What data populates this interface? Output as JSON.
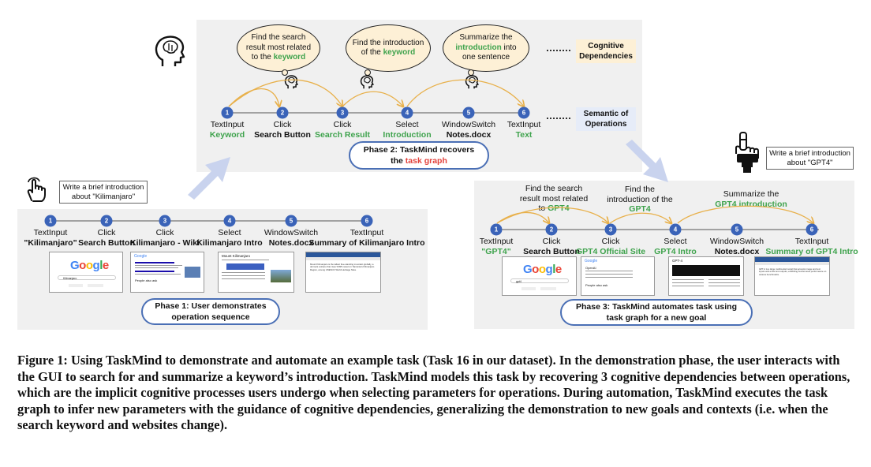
{
  "phase2": {
    "bubbles": [
      {
        "pre": "Find the search result most related to the ",
        "kw": "keyword",
        "post": ""
      },
      {
        "pre": "Find the introduction of the ",
        "kw": "keyword",
        "post": ""
      },
      {
        "pre": "Summarize the ",
        "kw": "introduction",
        "post": " into one sentence"
      }
    ],
    "cognitive_label": "Cognitive Dependencies",
    "semantic_label": "Semantic of Operations",
    "steps": [
      {
        "n": "1",
        "op": "TextInput",
        "param": "Keyword"
      },
      {
        "n": "2",
        "op": "Click",
        "param": "Search Button"
      },
      {
        "n": "3",
        "op": "Click",
        "param": "Search Result"
      },
      {
        "n": "4",
        "op": "Select",
        "param": "Introduction"
      },
      {
        "n": "5",
        "op": "WindowSwitch",
        "param": "Notes.docx"
      },
      {
        "n": "6",
        "op": "TextInput",
        "param": "Text"
      }
    ],
    "phase_line1": "Phase 2: TaskMind recovers",
    "phase_line2_pre": "the ",
    "phase_line2_red": "task graph"
  },
  "phase1": {
    "prompt": "Write a brief introduction about \"Kilimanjaro\"",
    "steps": [
      {
        "n": "1",
        "op": "TextInput",
        "param": "\"Kilimanjaro\""
      },
      {
        "n": "2",
        "op": "Click",
        "param": "Search Button"
      },
      {
        "n": "3",
        "op": "Click",
        "param": "Kilimanjaro - Wiki"
      },
      {
        "n": "4",
        "op": "Select",
        "param": "Kilimanjaro Intro"
      },
      {
        "n": "5",
        "op": "WindowSwitch",
        "param": "Notes.docx"
      },
      {
        "n": "6",
        "op": "TextInput",
        "param": "Summary of  Kilimanjaro Intro"
      }
    ],
    "phase_line1": "Phase 1: User demonstrates",
    "phase_line2": "operation sequence"
  },
  "phase3": {
    "prompt": "Write a brief introduction about \"GPT4\"",
    "annotations": [
      {
        "l1": "Find the search",
        "l2": "result most related",
        "pre": "to ",
        "kw": "GPT4"
      },
      {
        "l1": "Find the",
        "l2": "introduction of the",
        "pre": "",
        "kw": "GPT4"
      },
      {
        "l1": "Summarize the",
        "l2": "",
        "pre": "",
        "kw": "GPT4 introduction"
      }
    ],
    "steps": [
      {
        "n": "1",
        "op": "TextInput",
        "param": "\"GPT4\"",
        "green": true
      },
      {
        "n": "2",
        "op": "Click",
        "param": "Search Button",
        "green": false
      },
      {
        "n": "3",
        "op": "Click",
        "param": "GPT4 Official Site",
        "green": true
      },
      {
        "n": "4",
        "op": "Select",
        "param": "GPT4 Intro",
        "green": true
      },
      {
        "n": "5",
        "op": "WindowSwitch",
        "param": "Notes.docx",
        "green": false
      },
      {
        "n": "6",
        "op": "TextInput",
        "param": "Summary of  GPT4 Intro",
        "green": true
      }
    ],
    "phase_line1": "Phase 3: TaskMind automates task using",
    "phase_line2": "task graph for a new goal"
  },
  "google_logo": "Google",
  "shot_text": {
    "kili_search": "Kilimanjaro",
    "kili_wiki": "Mount Kilimanjaro",
    "gpt_search": "gpt4",
    "gpt_site": "OpenAI",
    "people_also": "People also ask",
    "gpt_intro": "GPT-4",
    "notes_kili": "Mount Kilimanjaro is the tallest free-standing mountain globally, a dormant volcano that rises 5,895 meters in Tanzania's Kilimanjaro Region, among UNESCO World Heritage Sites.",
    "notes_gpt": "GPT-4 is a large multimodal model that accepts image and text inputs and emits text outputs, exhibiting human-level performance on various benchmarks."
  },
  "caption": "Figure 1: Using TaskMind to demonstrate and automate an example task (Task 16 in our dataset). In the demonstration phase, the user interacts with the GUI to search for and summarize a keyword’s introduction. TaskMind models this task by recovering 3 cognitive dependencies between operations, which are the implicit cognitive processes users undergo when selecting parameters for operations. During automation, TaskMind executes the task graph to infer new parameters with the guidance of cognitive dependencies, generalizing the demonstration to new goals and contexts (i.e. when the search keyword and websites change).",
  "colors": {
    "green": "#3fa34d",
    "red": "#e2403a",
    "blue": "#3a63b8",
    "bubble": "#fdf0d6",
    "arrow": "#e8b04a",
    "panel": "#f0f0f0",
    "big_arrow": "#c9d3ee"
  },
  "icons": [
    "brain-head-icon",
    "brain-small-icon",
    "pointer-hand-icon",
    "robot-hand-icon",
    "big-arrow-up-icon",
    "big-arrow-down-icon"
  ]
}
